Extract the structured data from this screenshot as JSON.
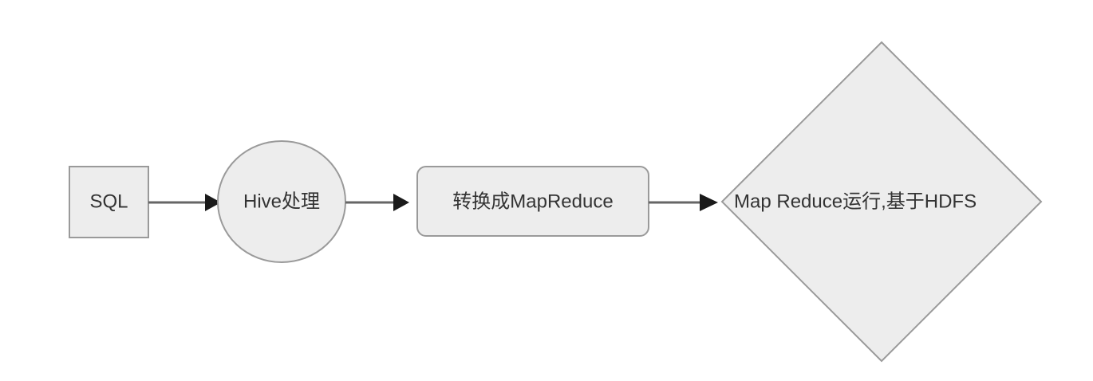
{
  "diagram": {
    "title": "Hive SQL to MapReduce execution flow",
    "background_color": "#ffffff",
    "node_fill": "#ededed",
    "node_stroke": "#9a9a9a",
    "text_color": "#333333",
    "edge_color": "#666666",
    "arrowhead_color": "#1a1a1a",
    "nodes": [
      {
        "id": "sql",
        "shape": "rectangle",
        "label": "SQL",
        "text_anchor": "middle"
      },
      {
        "id": "hive",
        "shape": "ellipse",
        "label": "Hive处理",
        "text_anchor": "middle"
      },
      {
        "id": "convert",
        "shape": "rounded-rectangle",
        "label": "转换成MapReduce",
        "text_anchor": "middle"
      },
      {
        "id": "mapreduce",
        "shape": "diamond",
        "label": "Map Reduce运行,基于HDFS",
        "text_anchor": "start"
      }
    ],
    "edges": [
      {
        "id": "edge-sql-hive",
        "from": "sql",
        "to": "hive",
        "label": "",
        "arrow": "end"
      },
      {
        "id": "edge-hive-convert",
        "from": "hive",
        "to": "convert",
        "label": "",
        "arrow": "end"
      },
      {
        "id": "edge-convert-mapreduce",
        "from": "convert",
        "to": "mapreduce",
        "label": "",
        "arrow": "end"
      }
    ]
  }
}
